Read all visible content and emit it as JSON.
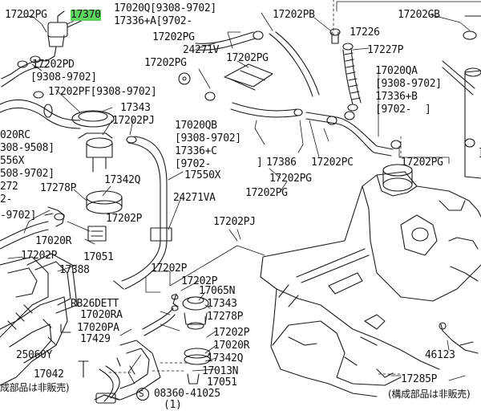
{
  "labels": {
    "l01": "17202PG",
    "l02": "17370",
    "l03": "17020Q[9308-9702]",
    "l04": "17336+A[9702-",
    "l05": "17202PB",
    "l06": "17226",
    "l07": "17202GB",
    "l08": "17202PG",
    "l09": "24271V",
    "l10": "17227P",
    "l11": "17202PD",
    "l12": "17202PG",
    "l13": "17202PG",
    "l14": "[9308-9702]",
    "l15": "17020QA",
    "l16": "[9308-9702]",
    "l17": "17202PF[9308-9702]",
    "l18": "17336+B",
    "l19": "17343",
    "l20": "[9702-",
    "l21": "17202PJ",
    "l22": "17020QB",
    "l23": "020RC",
    "l24": "[9308-9702]",
    "l25": "308-9508]",
    "l26": "17336+C",
    "l27": "556X",
    "l28": "[9702-",
    "l29": "17386",
    "l30": "17202PC",
    "l31": "17202PG",
    "l32": "508-9702]",
    "l33": "17342Q",
    "l34": "17550X",
    "l35": "]",
    "l36": "17202PG",
    "l37": "272",
    "l38": "17278P",
    "l39": "17202PG",
    "l40": "2-",
    "l41": "24271VA",
    "l42": "-9702]",
    "l43": "17202P",
    "l44": "17202PJ",
    "l45": "17020R",
    "l46": "17202P",
    "l47": "17051",
    "l48": "17388",
    "l49": "17202P",
    "l50": "17202P",
    "l51": "17065N",
    "l52": "RB26DETT",
    "l53": "17343",
    "l54": "17020RA",
    "l55": "17278P",
    "l56": "17020PA",
    "l57": "17202P",
    "l58": "17429",
    "l59": "17020R",
    "l60": "17342Q",
    "l61": "25060Y",
    "l62": "17013N",
    "l63": "46123",
    "l64": "17042",
    "l65": "17051",
    "l66": "17285P",
    "l67": "成部品は非販売)",
    "l68": "08360-41025",
    "l69": "(1)",
    "l70": "(構成部品は非販売)",
    "l71": "]",
    "l72": "]"
  },
  "symbols": {
    "screw_marker": "S"
  }
}
